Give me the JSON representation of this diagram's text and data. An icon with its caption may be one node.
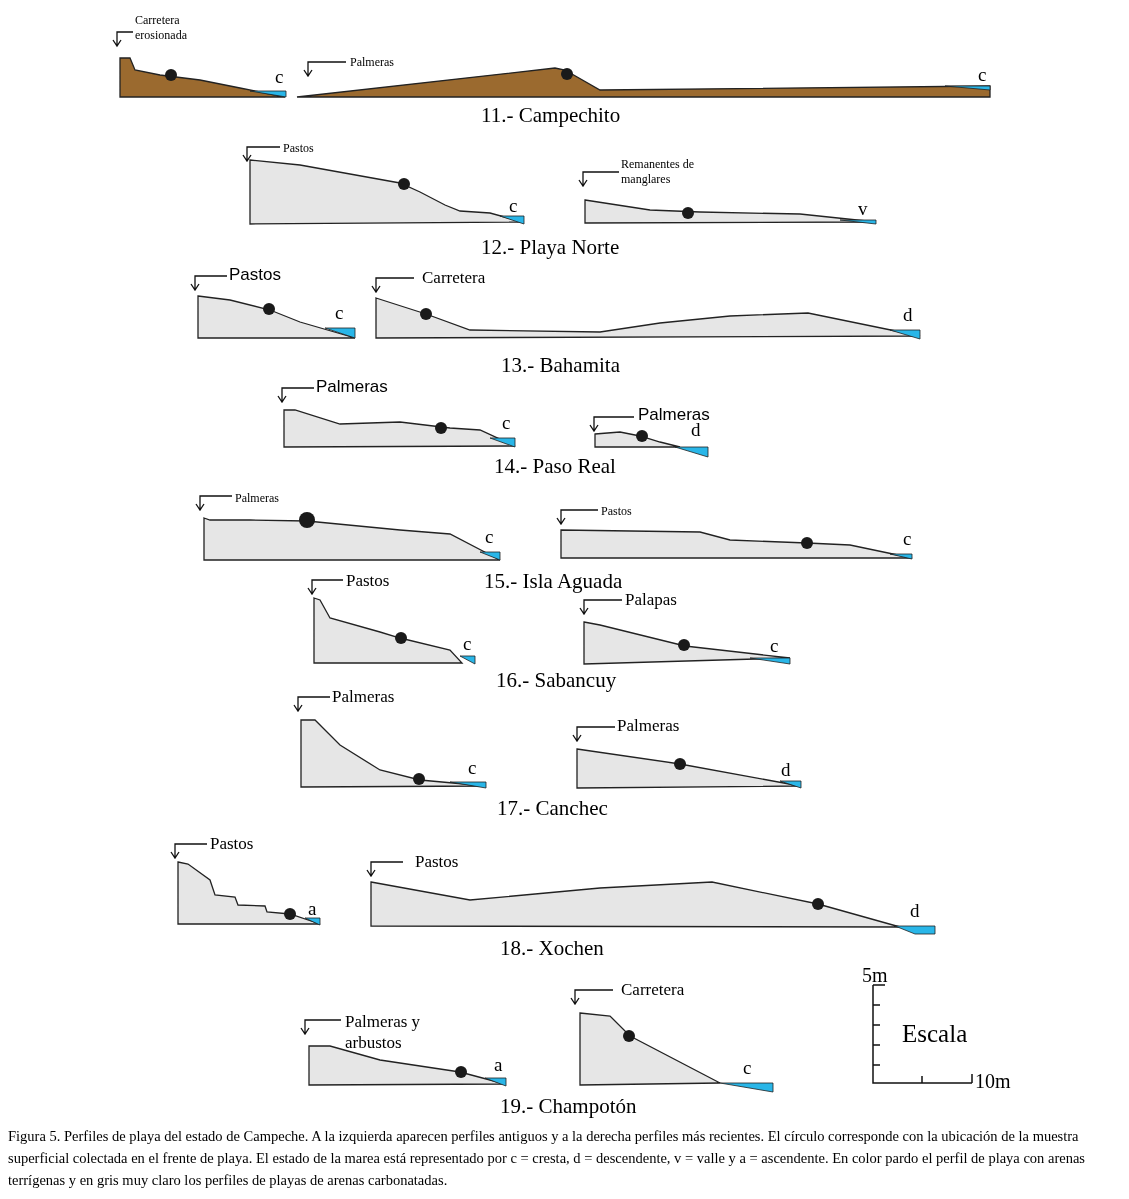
{
  "diagram": {
    "caption": "Figura 5. Perfiles de playa del estado de Campeche. A la izquierda aparecen perfiles antiguos y a la derecha perfiles más recientes. El círculo corresponde con la ubicación de la muestra superficial colectada en el frente de playa. El estado de la marea está representado por c = cresta, d = descendente, v = valle y a = ascendente. En color pardo el perfil de playa con arenas terrígenas y en gris muy claro los perfiles de playas de arenas carbonatadas.",
    "labels": [
      "Carretera erosionada",
      "Palmeras",
      "c",
      "c",
      "11.- Campechito",
      "Pastos",
      "Remanentes de manglares",
      "c",
      "v",
      "12.- Playa Norte",
      "Pastos",
      "Carretera",
      "c",
      "d",
      "13.- Bahamita",
      "Palmeras",
      "Palmeras",
      "c",
      "d",
      "14.- Paso Real",
      "Palmeras",
      "Pastos",
      "c",
      "c",
      "15.- Isla Aguada",
      "Pastos",
      "Palapas",
      "c",
      "c",
      "16.- Sabancuy",
      "Palmeras",
      "Palmeras",
      "c",
      "d",
      "17.- Canchec",
      "Pastos",
      "Pastos",
      "a",
      "d",
      "18.- Xochen",
      "5m",
      "Carretera",
      "Palmeras y arbustos",
      "Escala",
      "a",
      "c",
      "10m",
      "19.- Champotón"
    ]
  }
}
